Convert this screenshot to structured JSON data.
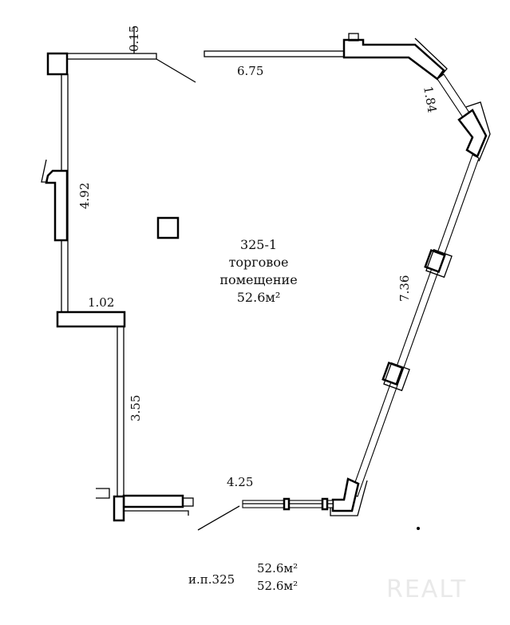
{
  "room": {
    "number": "325-1",
    "name_line1": "торговое",
    "name_line2": "помещение",
    "area": "52.6м²"
  },
  "dimensions": {
    "top_left_wall": "0.15",
    "top_wall": "6.75",
    "upper_right_wall": "1.84",
    "left_upper_wall": "4.92",
    "left_ledge": "1.02",
    "left_lower_wall": "3.55",
    "right_wall": "7.36",
    "bottom_wall": "4.25"
  },
  "footer": {
    "label": "и.п.325",
    "area_1": "52.6м²",
    "area_2": "52.6м²"
  },
  "watermark": "REALT"
}
